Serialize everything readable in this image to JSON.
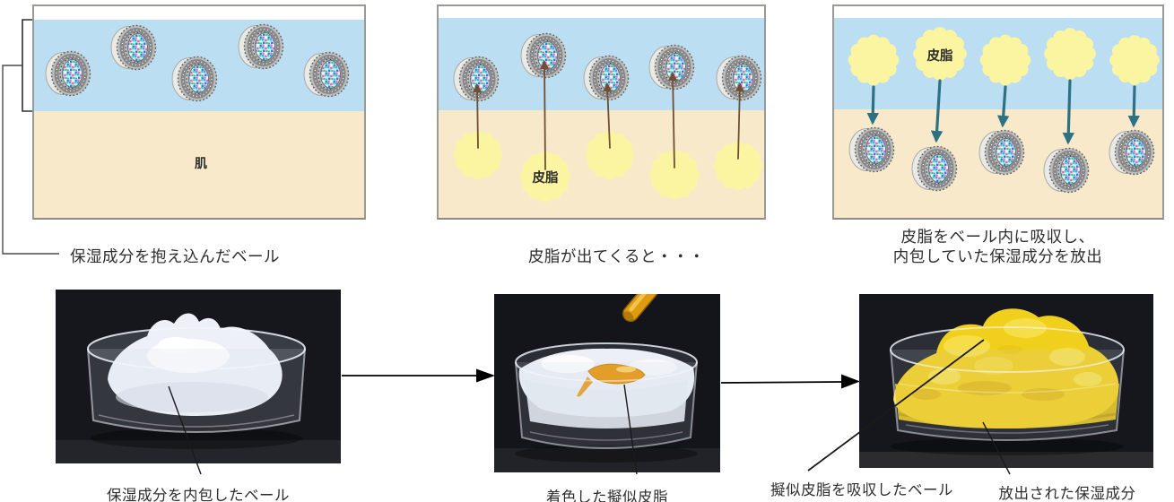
{
  "figure": {
    "description_type": "moisturizing-veil-mechanism-diagram",
    "diagram": {
      "panels": [
        {
          "caption": "保湿成分を抱え込んだベール",
          "skin_label": "肌"
        },
        {
          "caption": "皮脂が出てくると・・・",
          "sebum_label": "皮脂"
        },
        {
          "caption_line1": "皮脂をベール内に吸収し、",
          "caption_line2": "内包していた保湿成分を放出",
          "sebum_label": "皮脂"
        }
      ]
    },
    "photos": {
      "photo1": {
        "callout": "保湿成分を内包したベール"
      },
      "photo2": {
        "callout": "着色した擬似皮脂"
      },
      "photo3": {
        "callout_veil": "擬似皮脂を吸収したベール",
        "callout_released": "放出された保湿成分"
      }
    },
    "colors": {
      "sky_blue_layer": "#bcdef2",
      "skin_beige_layer": "#f9e9cb",
      "sebum_yellow": "#fbf5a2",
      "sebum_orange": "#e8950a",
      "released_cream_yellow": "#f1cf1d",
      "veil_gray": "#bdbdba",
      "rise_arrow_brown": "#6f4f34",
      "absorb_arrow_teal": "#2d7183",
      "panel_border": "#999996",
      "photo_background": "#16171c",
      "text": "#2d2d2d"
    }
  }
}
